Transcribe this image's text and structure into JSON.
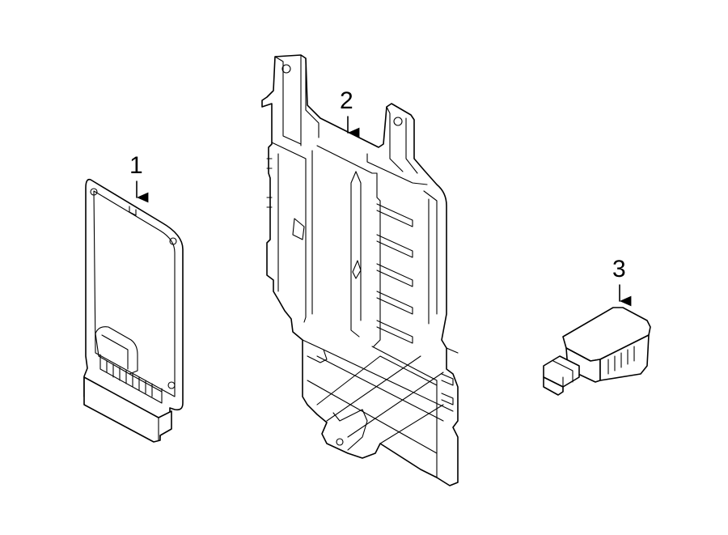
{
  "callouts": [
    {
      "id": "1",
      "label": "1"
    },
    {
      "id": "2",
      "label": "2"
    },
    {
      "id": "3",
      "label": "3"
    }
  ],
  "colors": {
    "line": "#000000",
    "background": "#ffffff"
  },
  "parts": [
    "control-module",
    "module-bracket",
    "sensor"
  ]
}
